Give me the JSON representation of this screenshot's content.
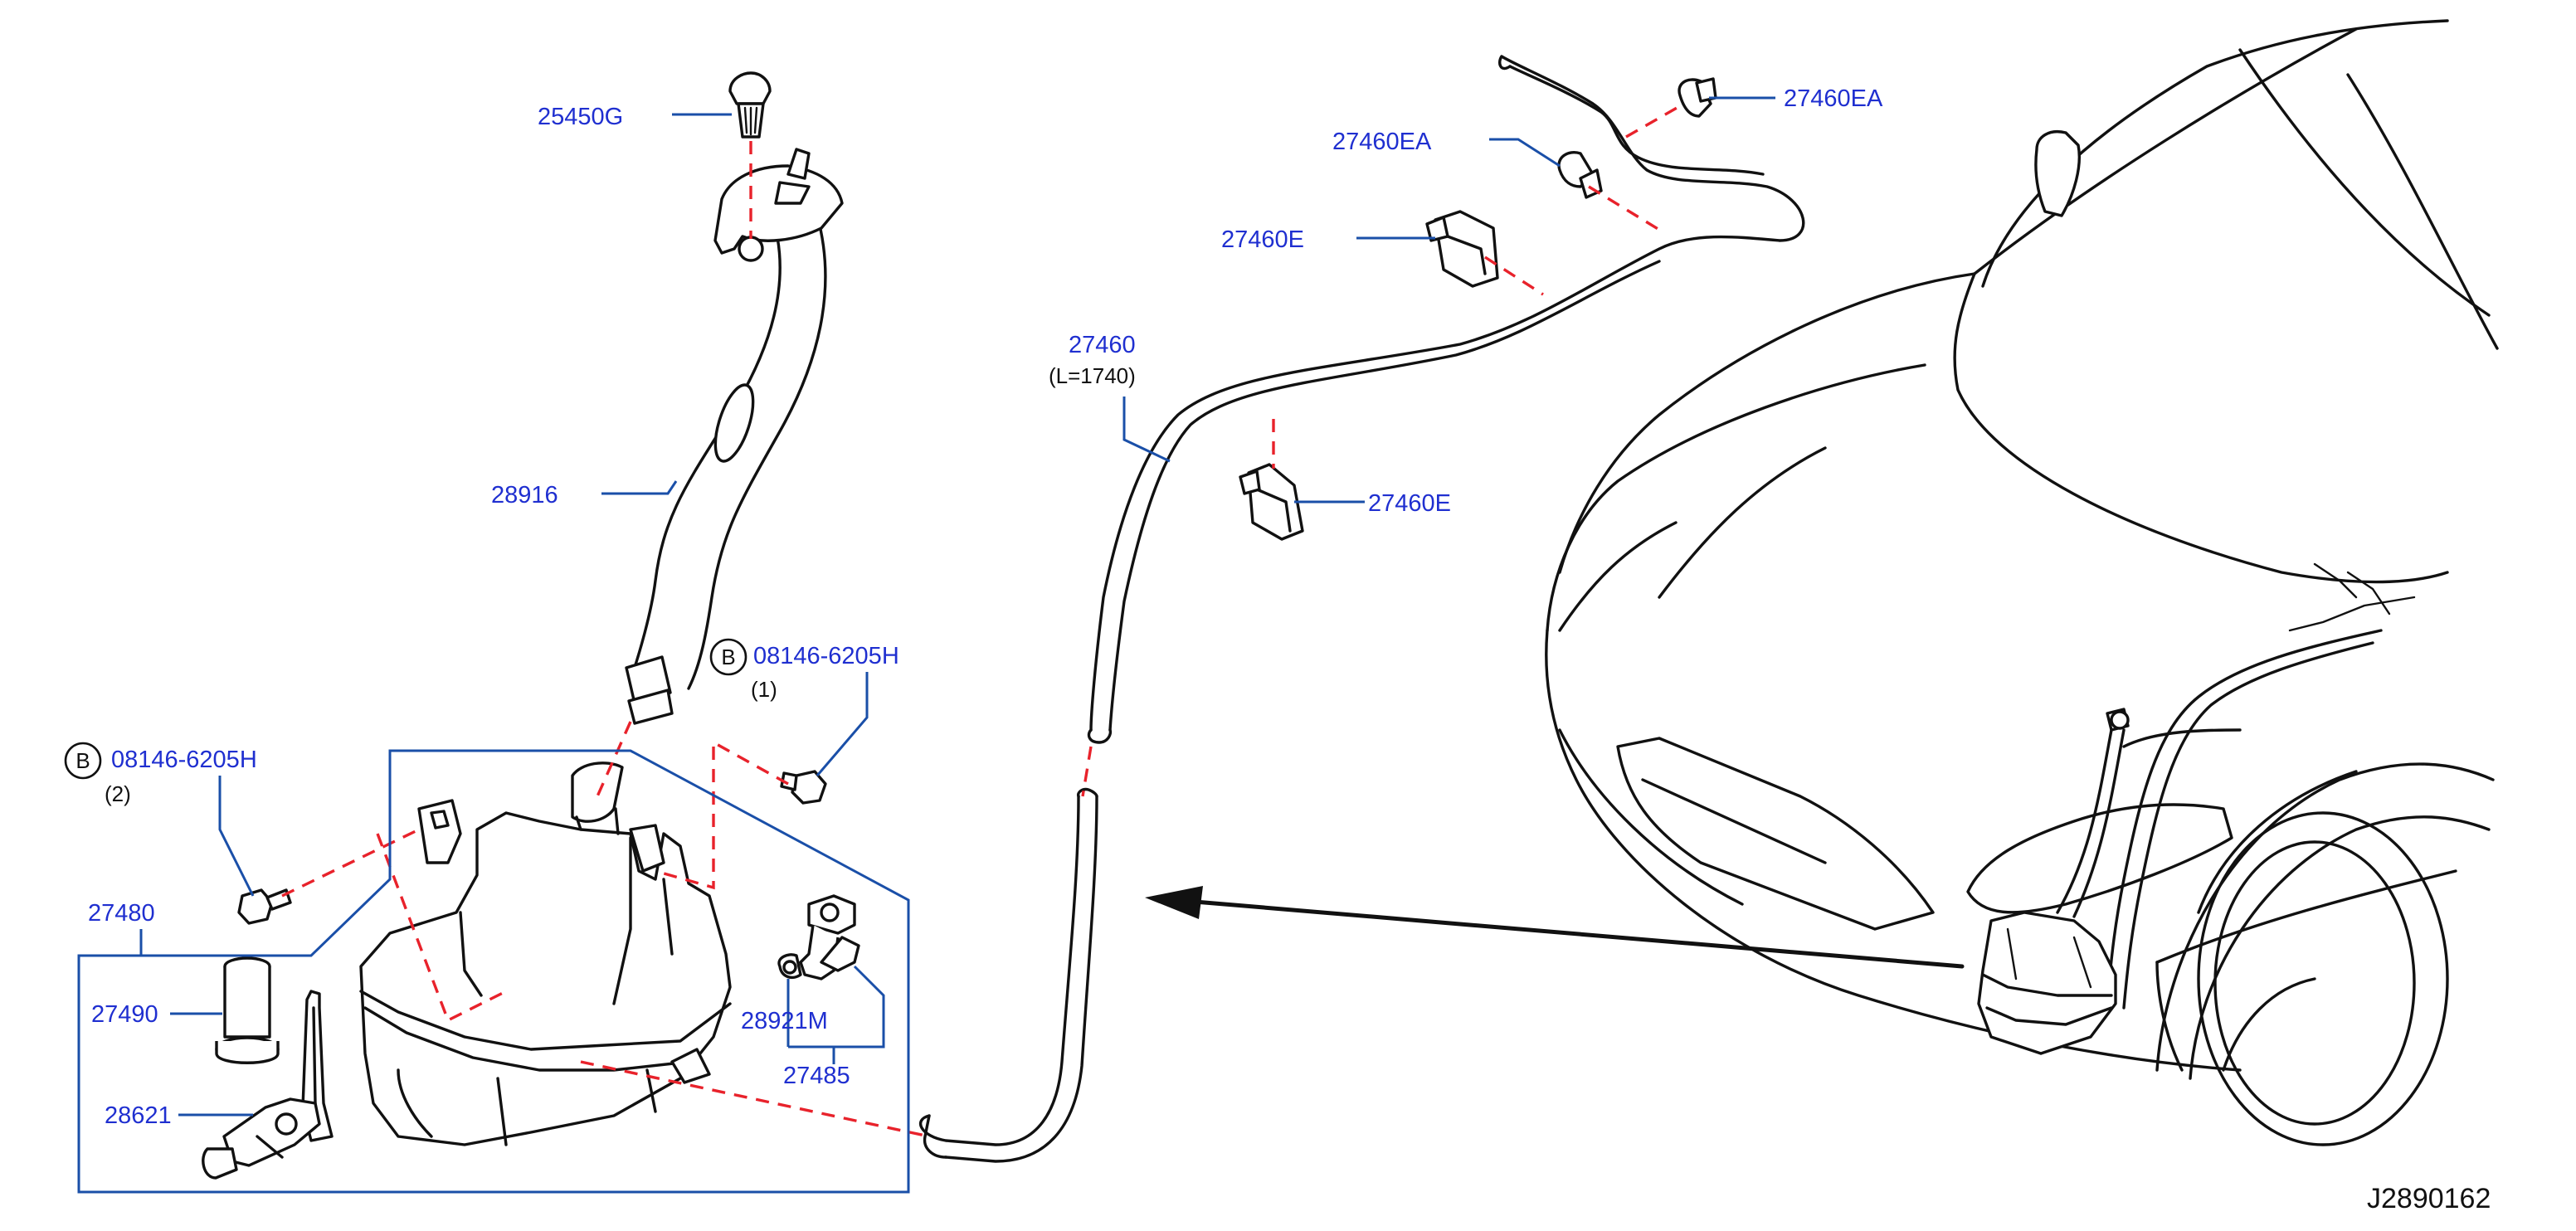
{
  "diagram_id": "J2890162",
  "labels": {
    "p25450G": "25450G",
    "p28916": "28916",
    "p27460": "27460",
    "p27460_len": "(L=1740)",
    "p27460E_upper": "27460E",
    "p27460E_lower": "27460E",
    "p27460EA_left": "27460EA",
    "p27460EA_right": "27460EA",
    "p27480": "27480",
    "p27490": "27490",
    "p28621": "28621",
    "p28921M": "28921M",
    "p27485": "27485",
    "bolt_left_code": "08146-6205H",
    "bolt_left_qty": "(2)",
    "bolt_right_code": "08146-6205H",
    "bolt_right_qty": "(1)",
    "bolt_marker": "B"
  },
  "colors": {
    "label_text": "#1f2fd0",
    "leader_line": "#1a4fa8",
    "dashed_guide": "#e8222b",
    "part_line": "#111111"
  }
}
